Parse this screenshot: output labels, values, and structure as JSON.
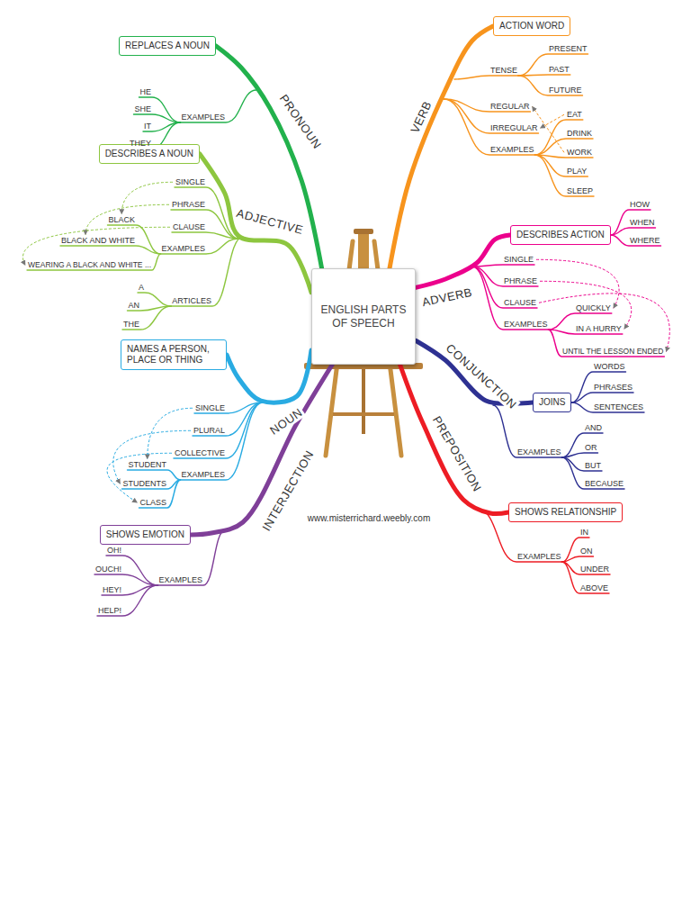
{
  "diagram": {
    "nodes": [
      {
        "text": [
          "ENGLISH PARTS OF SPEECH"
        ]
      },
      {
        "text": [
          "REPLACES A NOUN"
        ]
      },
      {
        "text": [
          "DESCRIBES A NOUN"
        ]
      },
      {
        "text": [
          "NAMES A PERSON, PLACE OR THING"
        ]
      },
      {
        "text": [
          "SHOWS EMOTION"
        ]
      },
      {
        "text": [
          "ACTION WORD"
        ]
      },
      {
        "text": [
          "DESCRIBES ACTION"
        ]
      },
      {
        "text": [
          "JOINS"
        ]
      },
      {
        "text": [
          "SHOWS RELATIONSHIP"
        ]
      }
    ],
    "edges": [
      {
        "from": 0,
        "to": 1,
        "label": "PRONOUN",
        "arrow": "none"
      },
      {
        "from": 0,
        "to": 2,
        "label": "ADJECTIVE",
        "arrow": "none"
      },
      {
        "from": 0,
        "to": 3,
        "label": "NOUN",
        "arrow": "none"
      },
      {
        "from": 0,
        "to": 4,
        "label": "INTERJECTION",
        "arrow": "none"
      },
      {
        "from": 0,
        "to": 5,
        "label": "VERB",
        "arrow": "none"
      },
      {
        "from": 0,
        "to": 6,
        "label": "ADVERB",
        "arrow": "none"
      },
      {
        "from": 0,
        "to": 7,
        "label": "CONJUNCTION",
        "arrow": "none"
      },
      {
        "from": 0,
        "to": 8,
        "label": "PREPOSITION",
        "arrow": "none"
      }
    ],
    "labels": [
      "EXAMPLES",
      "HE",
      "SHE",
      "IT",
      "THEY",
      "SINGLE",
      "PHRASE",
      "CLAUSE",
      "EXAMPLES",
      "BLACK",
      "BLACK AND WHITE",
      "WEARING A BLACK AND WHITE ...",
      "ARTICLES",
      "A",
      "AN",
      "THE",
      "SINGLE",
      "PLURAL",
      "COLLECTIVE",
      "EXAMPLES",
      "STUDENT",
      "STUDENTS",
      "CLASS",
      "EXAMPLES",
      "OH!",
      "OUCH!",
      "HEY!",
      "HELP!",
      "TENSE",
      "PRESENT",
      "PAST",
      "FUTURE",
      "REGULAR",
      "IRREGULAR",
      "EXAMPLES",
      "EAT",
      "DRINK",
      "WORK",
      "PLAY",
      "SLEEP",
      "HOW",
      "WHEN",
      "WHERE",
      "SINGLE",
      "PHRASE",
      "CLAUSE",
      "EXAMPLES",
      "QUICKLY",
      "IN A HURRY",
      "UNTIL THE LESSON ENDED",
      "WORDS",
      "PHRASES",
      "SENTENCES",
      "EXAMPLES",
      "AND",
      "OR",
      "BUT",
      "BECAUSE",
      "EXAMPLES",
      "IN",
      "ON",
      "UNDER",
      "ABOVE",
      "www.misterrichard.weebly.com"
    ]
  }
}
